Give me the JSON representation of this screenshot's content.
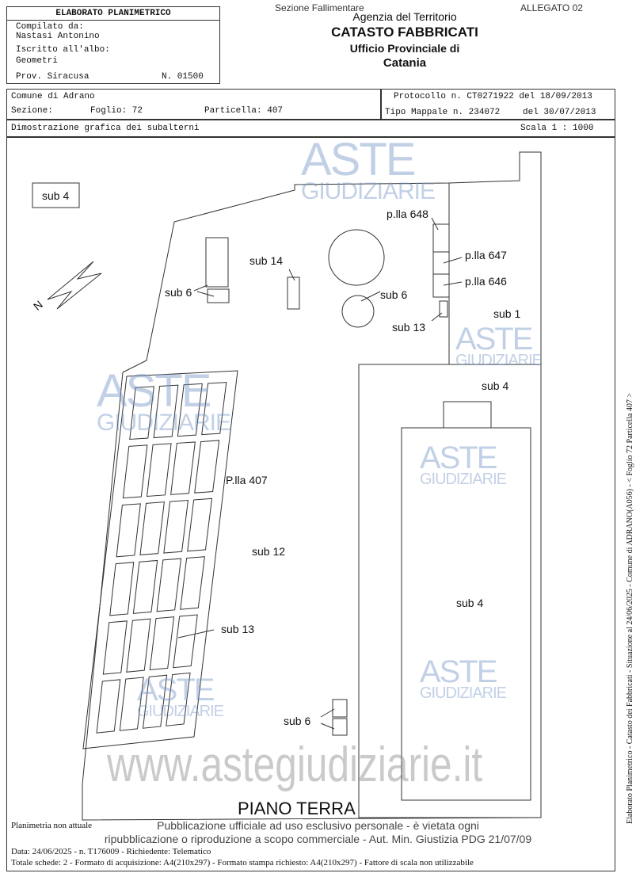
{
  "top": {
    "section": "Sezione Fallimentare",
    "attachment": "ALLEGATO 02"
  },
  "agency": {
    "line1": "Agenzia del Territorio",
    "line2": "CATASTO FABBRICATI",
    "line3": "Ufficio Provinciale di",
    "line4": "Catania"
  },
  "compiler": {
    "title": "ELABORATO PLANIMETRICO",
    "compiled_by_label": "Compilato da:",
    "compiled_by": "Nastasi Antonino",
    "register_label": "Iscritto all'albo:",
    "register": "Geometri",
    "province": "Prov. Siracusa",
    "number": "N. 01500"
  },
  "info": {
    "comune": "Comune di Adrano",
    "sezione": "Sezione:",
    "foglio": "Foglio: 72",
    "particella": "Particella: 407",
    "protocollo": "Protocollo n. CT0271922 del 18/09/2013",
    "tipo_mappale": "Tipo Mappale n. 234072",
    "tipo_mappale_date": "del 30/07/2013",
    "description": "Dimostrazione grafica dei subalterni",
    "scale": "Scala 1 : 1000"
  },
  "plan_labels": {
    "sub4_topleft": "sub 4",
    "plla648": "p.lla 648",
    "plla647": "p.lla 647",
    "plla646": "p.lla 646",
    "sub14": "sub 14",
    "sub6_left": "sub 6",
    "sub6_circle": "sub 6",
    "sub13_top": "sub 13",
    "sub1": "sub 1",
    "sub4_right": "sub 4",
    "plla407": "P.lla 407",
    "sub12": "sub 12",
    "sub4_center": "sub 4",
    "sub13_bottom": "sub 13",
    "sub6_bottom": "sub 6",
    "north": "N",
    "floor": "PIANO TERRA"
  },
  "footer": {
    "not_current": "Planimetria non attuale",
    "data_line": "Data: 24/06/2025 - n. T176009 - Richiedente: Telematico",
    "totals_line": "Totale schede: 2 - Formato di acquisizione: A4(210x297)  - Formato stampa richiesto: A4(210x297) - Fattore di scala non utilizzabile",
    "notice1": "Pubblicazione ufficiale ad uso esclusivo personale - è vietata ogni",
    "notice2": "ripubblicazione o riproduzione a scopo commerciale - Aut. Min. Giustizia PDG 21/07/09"
  },
  "side_text": "Elaborato Planimetrico - Catasto dei Fabbricati - Situazione al 24/06/2025 - Comune di ADRANO(A056) - < Foglio 72 Particella 407 >",
  "watermark": {
    "aste": "ASTE",
    "giudiziarie": "GIUDIZIARIE",
    "url": "www.astegiudiziarie.it"
  }
}
